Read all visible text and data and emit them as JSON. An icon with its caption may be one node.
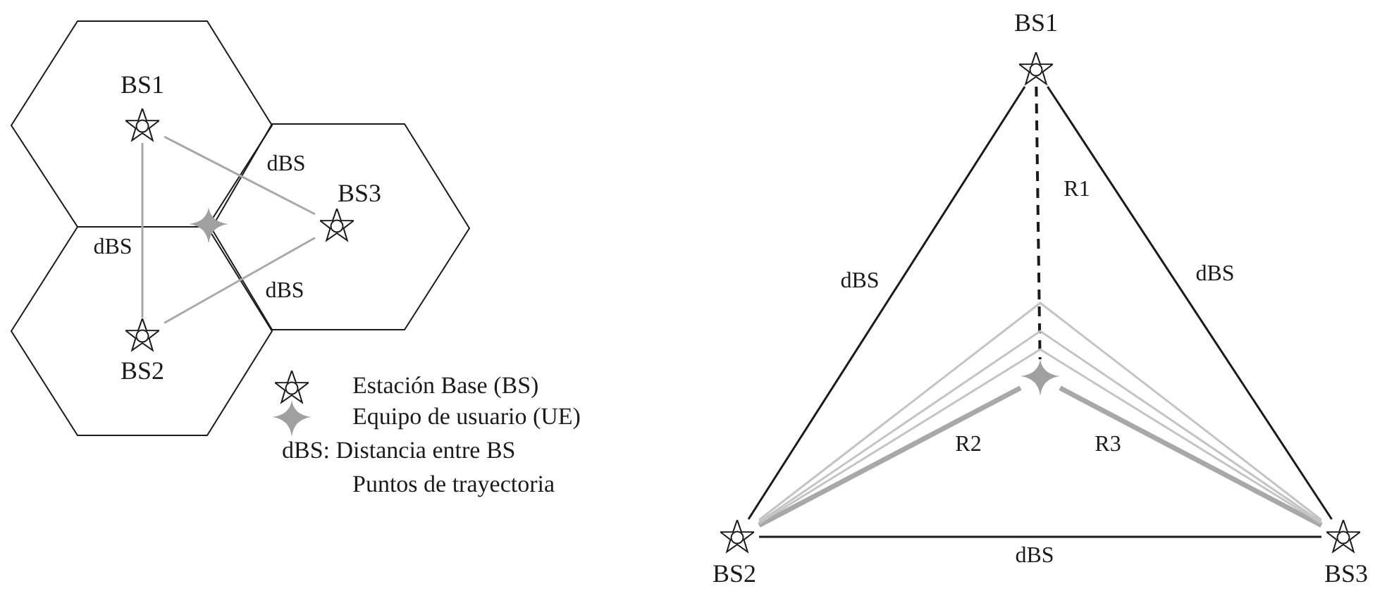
{
  "diagram": {
    "nodes": [
      {
        "text": [
          "BS1"
        ]
      },
      {
        "text": [
          "BS2"
        ]
      },
      {
        "text": [
          "BS3"
        ]
      },
      {
        "text": [],
        "shape": "star"
      },
      {
        "text": [
          "BS1"
        ]
      },
      {
        "text": [
          "BS2"
        ]
      },
      {
        "text": [
          "BS3"
        ]
      },
      {
        "text": [],
        "shape": "star"
      }
    ],
    "edges": [
      {
        "from": 0,
        "to": 1,
        "arrow": "none",
        "label": "dBS"
      },
      {
        "from": 0,
        "to": 2,
        "arrow": "none",
        "label": "dBS"
      },
      {
        "from": 1,
        "to": 2,
        "arrow": "none",
        "label": "dBS"
      },
      {
        "from": 4,
        "to": 5,
        "arrow": "none",
        "label": "dBS",
        "color": "#1a1a1a"
      },
      {
        "from": 4,
        "to": 6,
        "arrow": "none",
        "label": "dBS",
        "color": "#1a1a1a"
      },
      {
        "from": 5,
        "to": 6,
        "arrow": "none",
        "label": "dBS",
        "color": "#1a1a1a"
      },
      {
        "from": 4,
        "to": 7,
        "arrow": "none",
        "label": "R1",
        "style": "dashed",
        "color": "#1a1a1a"
      },
      {
        "from": 5,
        "to": 7,
        "arrow": "none",
        "label": "R2",
        "style": "thick"
      },
      {
        "from": 7,
        "to": 6,
        "arrow": "none",
        "label": "R3",
        "style": "thick"
      },
      {
        "from": 5,
        "to": 6,
        "arrow": "none",
        "color": "#c4c4c4"
      },
      {
        "from": 5,
        "to": 6,
        "arrow": "none",
        "color": "#c4c4c4"
      },
      {
        "from": 5,
        "to": 6,
        "arrow": "none",
        "color": "#c4c4c4"
      }
    ],
    "legend": [
      {
        "text": "Estación Base (BS)"
      },
      {
        "text": "Equipo de usuario (UE)"
      },
      {
        "text": "dBS: Distancia entre BS"
      },
      {
        "text": "Puntos de trayectoria"
      }
    ]
  }
}
